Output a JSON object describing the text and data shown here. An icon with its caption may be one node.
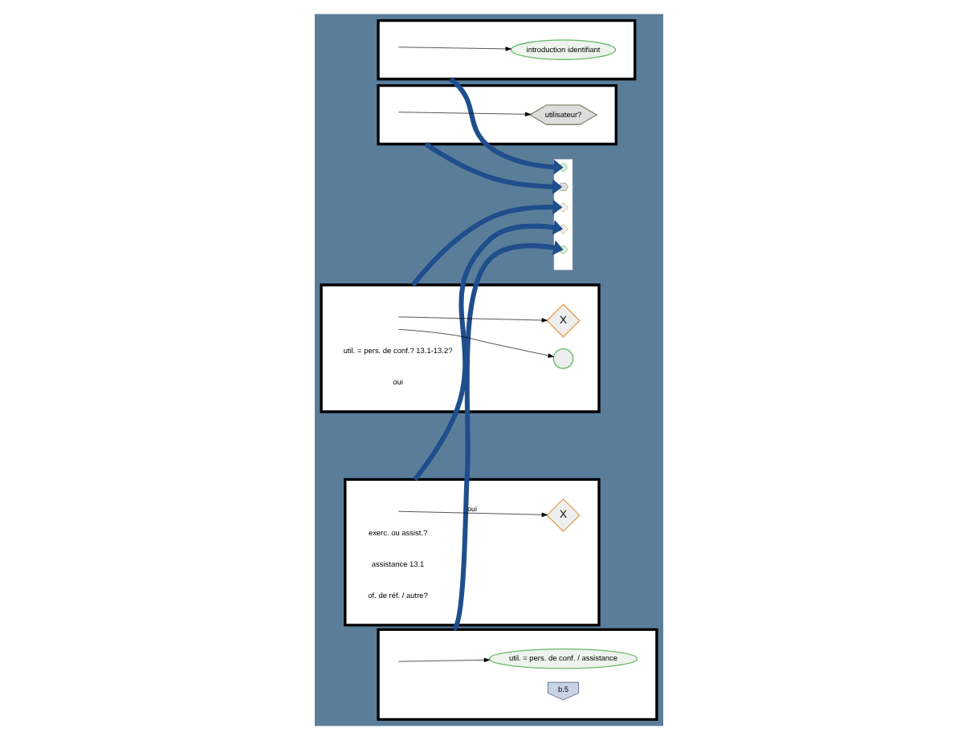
{
  "diagram": {
    "nodes": [
      {
        "text": [],
        "shape": "box"
      },
      {
        "text": [
          "introduction identifiant"
        ],
        "in": 0
      },
      {
        "text": [],
        "shape": "box"
      },
      {
        "text": [
          "X"
        ],
        "in": 2
      },
      {
        "text": [],
        "shape": "circle",
        "in": 2
      },
      {
        "text": [],
        "shape": "box"
      },
      {
        "text": [
          "X"
        ],
        "in": 5
      },
      {
        "text": [],
        "shape": "box"
      },
      {
        "text": [
          "utilisateur?"
        ],
        "in": 7
      },
      {
        "text": [],
        "shape": "box"
      },
      {
        "text": [
          "util. = pers. de conf. / assistance"
        ],
        "in": 9
      },
      {
        "text": [
          "b.5"
        ],
        "in": 9
      },
      {
        "text": [],
        "shape": "picture"
      },
      {
        "text": [],
        "shape": "circle",
        "in": 12
      },
      {
        "text": [],
        "shape": "hexagon",
        "in": 12
      },
      {
        "text": [],
        "shape": "diamond",
        "in": 12
      },
      {
        "text": [],
        "shape": "diamond",
        "in": 12
      },
      {
        "text": [],
        "shape": "circle",
        "in": 12
      }
    ],
    "edges": [
      {
        "from": 0,
        "to": 13,
        "arrow": "to",
        "style": "thick",
        "color": "#1f4e8c"
      },
      {
        "from": 7,
        "to": 14,
        "arrow": "to",
        "style": "thick",
        "color": "#1f4e8c"
      },
      {
        "from": 2,
        "to": 15,
        "arrow": "to",
        "style": "thick",
        "color": "#1f4e8c"
      },
      {
        "from": 5,
        "to": 16,
        "arrow": "to",
        "style": "thick",
        "color": "#1f4e8c"
      },
      {
        "from": 9,
        "to": 17,
        "arrow": "to",
        "style": "thick",
        "color": "#1f4e8c"
      },
      {
        "from": null,
        "to": 1,
        "arrow": "to"
      },
      {
        "from": null,
        "to": 3,
        "arrow": "to"
      },
      {
        "from": null,
        "to": 4,
        "arrow": "to"
      },
      {
        "from": null,
        "to": 6,
        "arrow": "to",
        "label": "oui"
      },
      {
        "from": null,
        "to": 8,
        "arrow": "to"
      },
      {
        "from": null,
        "to": 10,
        "arrow": "to"
      }
    ],
    "labels": [
      "util. = pers. de conf.? 13.1-13.2?",
      "oui",
      "exerc. ou assist.?",
      "assistance 13.1",
      "of. de réf. / autre?"
    ]
  }
}
